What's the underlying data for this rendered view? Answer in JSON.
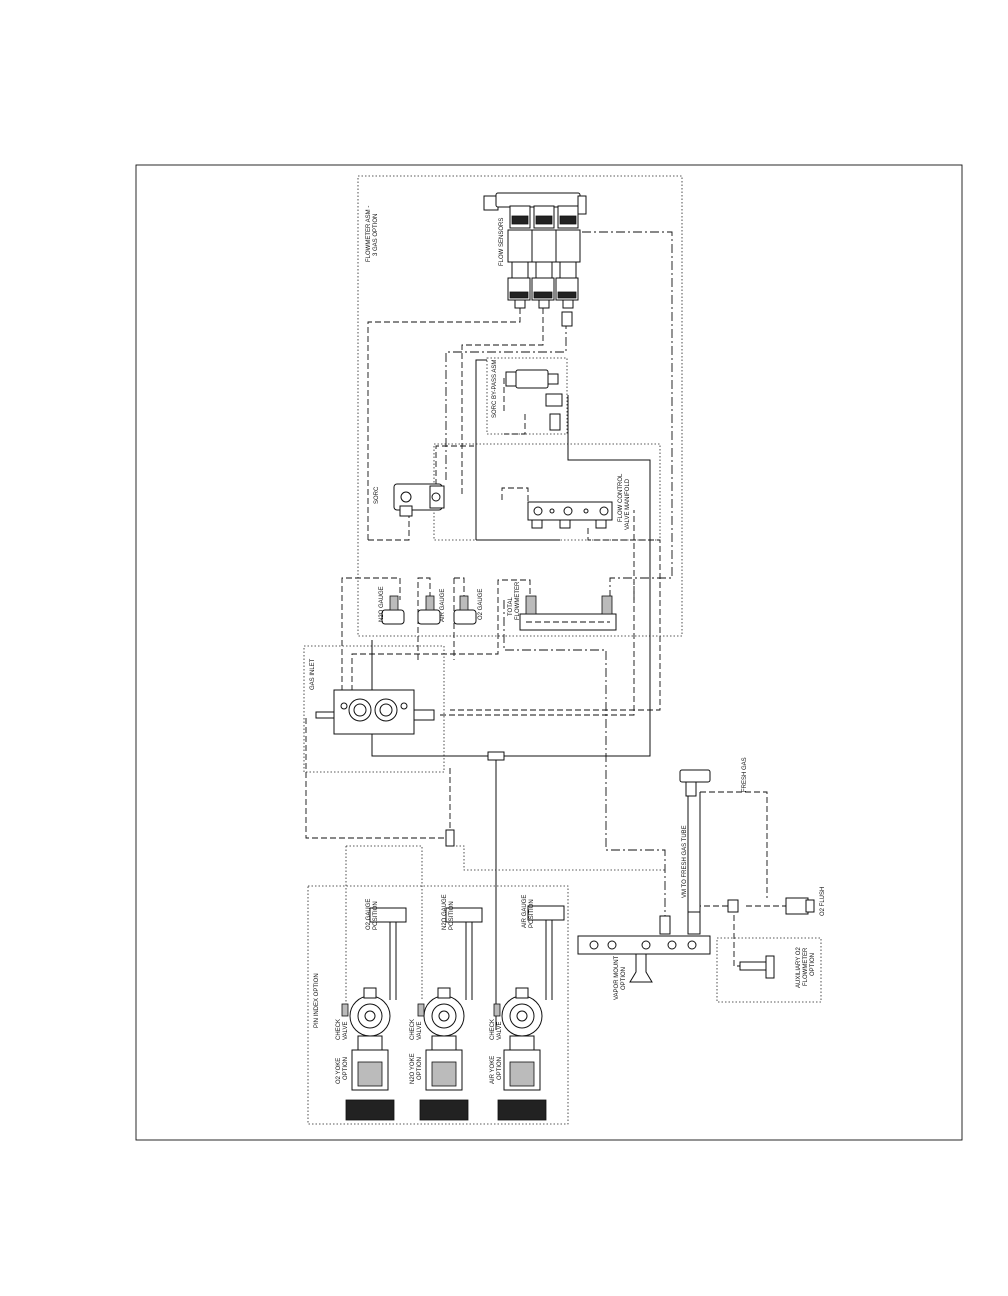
{
  "labels": {
    "flowmeter_asm": [
      "FLOWMETER ASM -",
      "3 GAS OPTION"
    ],
    "flow_sensors": "FLOW SENSORS",
    "sorc_bypass_asm": "SORC BY-PASS ASM",
    "sorc": "SORC",
    "flow_control_manifold": [
      "FLOW CONTROL",
      "VALVE MANIFOLD"
    ],
    "n2o_gauge": "N2O GAUGE",
    "air_gauge": "AIR GAUGE",
    "o2_gauge": "O2 GAUGE",
    "total_flowmeter": [
      "TOTAL",
      "FLOWMETER"
    ],
    "gas_inlet": "GAS INLET",
    "fresh_gas": "FRESH GAS",
    "vm_to_fresh_gas_tube": "VM TO FRESH GAS TUBE",
    "o2_flush": "O2 FLUSH",
    "auxiliary_o2_flowmeter": [
      "AUXILIARY O2",
      "FLOWMETER",
      "OPTION"
    ],
    "vapor_mount": [
      "VAPOR MOUNT",
      "OPTION"
    ],
    "pin_index_option": "PIN INDEX OPTION",
    "o2_gauge_position": [
      "O2 GAUGE",
      "POSITION"
    ],
    "n2o_gauge_position": [
      "N2O GAUGE",
      "POSITION"
    ],
    "air_gauge_position": [
      "AIR GAUGE",
      "POSITION"
    ],
    "check_valve": [
      "CHECK",
      "VALVE"
    ],
    "o2_yoke": [
      "O2 YOKE",
      "OPTION"
    ],
    "n2o_yoke": [
      "N2O YOKE",
      "OPTION"
    ],
    "air_yoke": [
      "AIR YOKE",
      "OPTION"
    ]
  }
}
